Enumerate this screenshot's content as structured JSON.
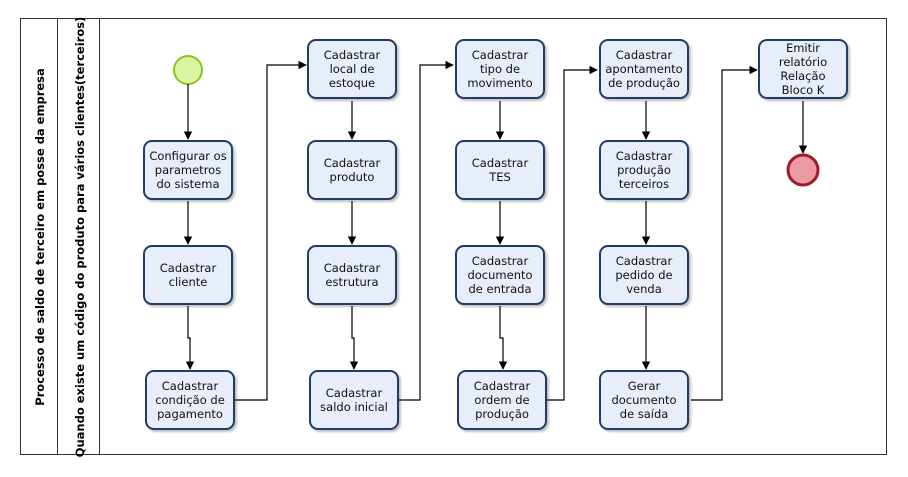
{
  "pool": {
    "title": "Processo de saldo de terceiro em posse da empresa"
  },
  "lane": {
    "title": "Quando existe um código do produto para vários clientes(terceiros)"
  },
  "tasks": [
    {
      "id": "t1",
      "label": "Configurar os parametros do sistema"
    },
    {
      "id": "t2",
      "label": "Cadastrar cliente"
    },
    {
      "id": "t3",
      "label": "Cadastrar condição de pagamento"
    },
    {
      "id": "t4",
      "label": "Cadastrar local de estoque"
    },
    {
      "id": "t5",
      "label": "Cadastrar produto"
    },
    {
      "id": "t6",
      "label": "Cadastrar estrutura"
    },
    {
      "id": "t7",
      "label": "Cadastrar saldo inicial"
    },
    {
      "id": "t8",
      "label": "Cadastrar tipo de movimento"
    },
    {
      "id": "t9",
      "label": "Cadastrar TES"
    },
    {
      "id": "t10",
      "label": "Cadastrar documento de entrada"
    },
    {
      "id": "t11",
      "label": "Cadastrar ordem de produção"
    },
    {
      "id": "t12",
      "label": "Cadastrar apontamento de produção"
    },
    {
      "id": "t13",
      "label": "Cadastrar produção terceiros"
    },
    {
      "id": "t14",
      "label": "Cadastrar pedido de venda"
    },
    {
      "id": "t15",
      "label": "Gerar documento de saída"
    },
    {
      "id": "t16",
      "label": "Emitir relatório Relação Bloco K"
    }
  ],
  "colors": {
    "task_fill": "#e7eefa",
    "task_border": "#1f3d66",
    "start_fill": "#d9f5a0",
    "start_border": "#8fc31f",
    "end_fill": "#e99aa2",
    "end_border": "#9e1b2a",
    "line": "#000000"
  }
}
